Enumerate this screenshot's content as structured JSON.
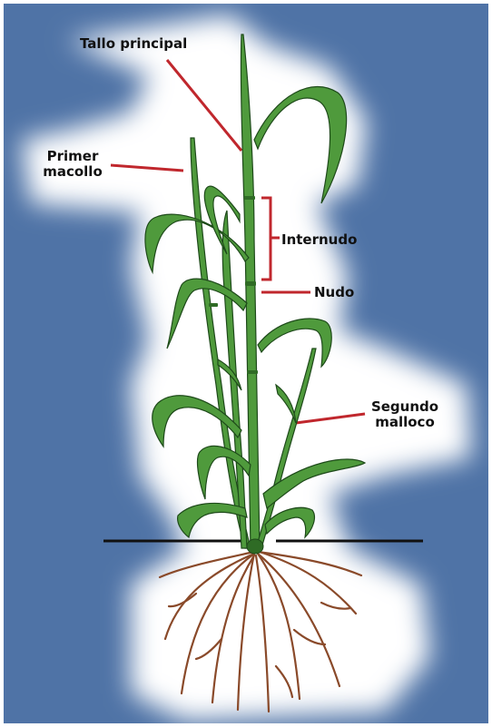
{
  "diagram": {
    "labels": {
      "main_stem": "Tallo principal",
      "first_tiller_line1": "Primer",
      "first_tiller_line2": "macollo",
      "internode": "Internudo",
      "node": "Nudo",
      "second_tiller_line1": "Segundo",
      "second_tiller_line2": "malloco"
    },
    "colors": {
      "background": "#4f73a6",
      "halo": "#ffffff",
      "leaf": "#4f9a3c",
      "leaf_outline": "#1e4a1a",
      "leader_line": "#c0272d",
      "root": "#8a4a2a",
      "ground": "#111111"
    }
  }
}
